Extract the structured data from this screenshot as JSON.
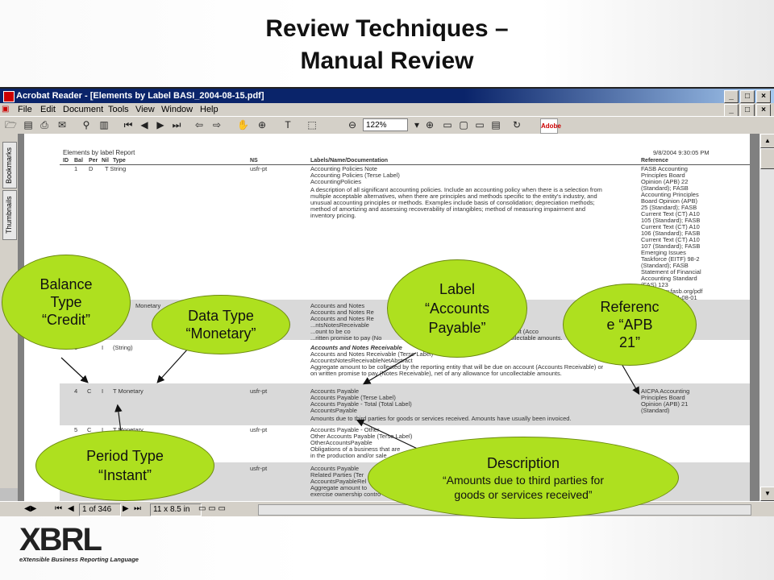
{
  "slide": {
    "title_line1": "Review Techniques –",
    "title_line2": "Manual Review"
  },
  "window": {
    "title": "Acrobat Reader - [Elements by Label  BASI_2004-08-15.pdf]",
    "controls": [
      "_",
      "□",
      "×"
    ],
    "doc_controls": [
      "_",
      "□",
      "×"
    ]
  },
  "menu": [
    "File",
    "Edit",
    "Document",
    "Tools",
    "View",
    "Window",
    "Help"
  ],
  "toolbar": {
    "zoom_value": "122%",
    "adobe_label": "Adobe"
  },
  "side_tabs": [
    "Bookmarks",
    "Thumbnails"
  ],
  "statusbar": {
    "page_label": "1 of 346",
    "page_size": "11 x 8.5 in"
  },
  "report": {
    "title": "Elements by label Report",
    "date": "9/8/2004 9:30:05 PM",
    "headers": [
      "ID",
      "Bal",
      "Per",
      "Nil",
      "Type",
      "NS",
      "Labels/Name/Documentation",
      "Reference"
    ],
    "rows": [
      {
        "id": "1",
        "bal": "",
        "per": "D",
        "nil": "",
        "type": "T String",
        "ns": "usfr-pt",
        "lines": [
          "Accounting Policies Note",
          "Accounting Policies (Terse Label)",
          "AccountingPolicies",
          "A description of all significant accounting policies.   Include an accounting policy when there is a selection from",
          "multiple acceptable alternatives, when there are principles and methods specific to the entity's industry, and",
          "unusual accounting principles or methods.  Examples include basis of consolidation; depreciation methods;",
          "method of amortizing and assessing recoverability of intangibles; method of measuring impairment and",
          "inventory pricing."
        ],
        "reference": [
          "FASB Accounting",
          "Principles Board",
          "Opinion (APB) 22",
          "(Standard); FASB",
          "Accounting Principles",
          "Board Opinion (APB)",
          "25 (Standard); FASB",
          "Current Text (CT)  A10",
          "105 (Standard); FASB",
          "Current Text (CT)  A10",
          "106 (Standard); FASB",
          "Current Text (CT)  A10",
          "107 (Standard); FASB",
          "Emerging Issues",
          "Taskforce (EITF) 98-2",
          "(Standard); FASB",
          "Statement of Financial",
          "Accounting Standard",
          "(FAS) 123",
          "http://www.fasb.org/pdf",
          "/...23.pdf 2004-08-01"
        ]
      },
      {
        "id": "2",
        "bal": "",
        "per": "",
        "nil": "",
        "type": "Monetary",
        "ns": "",
        "lines": [
          "Accounts and Notes",
          "Accounts and Notes Re",
          "Accounts and Notes Re",
          "...ntsNotesReceivable",
          "...ount to be co",
          "...ritten promise to pay (No"
        ],
        "lines_right": [
          "on account (Acco",
          "for uncollectable amounts."
        ],
        "reference": []
      },
      {
        "id": "3",
        "bal": "",
        "per": "I",
        "nil": "",
        "type": "(String)",
        "ns": "",
        "lines": [
          "Accounts and Notes Receivable",
          "Accounts and Notes Receivable (Terse Label)",
          "AccountsNotesReceivableNetAbstract",
          "Aggregate amount to be collected by the reporting entity that will be due on account (Accounts Receivable) or",
          "on written promise to pay (Notes Receivable), net of any allowance for uncollectable amounts."
        ],
        "reference": []
      },
      {
        "id": "4",
        "bal": "C",
        "per": "I",
        "nil": "",
        "type": "T Monetary",
        "ns": "usfr-pt",
        "lines": [
          "Accounts Payable",
          "Accounts Payable (Terse Label)",
          "Accounts Payable - Total (Total Label)",
          "AccountsPayable",
          "Amounts due to third parties for goods or services received.  Amounts have usually been invoiced."
        ],
        "reference": [
          "AICPA Accounting",
          "Principles Board",
          "Opinion (APB) 21",
          "(Standard)"
        ]
      },
      {
        "id": "5",
        "bal": "C",
        "per": "I",
        "nil": "",
        "type": "T Monetary",
        "ns": "usfr-pt",
        "lines": [
          "Accounts Payable - Other",
          "Other Accounts Payable (Terse Label)",
          "OtherAccountsPayable",
          "Obligations of a business that are",
          "in the production and/or sale"
        ],
        "reference": []
      },
      {
        "id": "",
        "bal": "",
        "per": "",
        "nil": "",
        "type": "",
        "ns": "usfr-pt",
        "lines": [
          "Accounts Payable",
          "Related Parties (Ter",
          "AccountsPayableRel",
          "Aggregate amount to",
          "exercise ownership contro"
        ],
        "reference": []
      }
    ]
  },
  "callouts": {
    "balance": [
      "Balance",
      "Type",
      "“Credit”"
    ],
    "datatype": [
      "Data Type",
      "“Monetary”"
    ],
    "label": [
      "Label",
      "“Accounts",
      "Payable”"
    ],
    "reference": [
      "Referenc",
      "e “APB",
      "21”"
    ],
    "period": [
      "Period Type",
      "“Instant”"
    ],
    "description_title": "Description",
    "description_body": [
      "“Amounts due to third parties for",
      "goods or services received”"
    ]
  },
  "logo": {
    "wordmark": "XBRL",
    "tagline": "eXtensible Business Reporting Language"
  },
  "colors": {
    "callout": "#aee01f",
    "titlebar": "#0a246a",
    "row_highlight": "#d9d9d9"
  }
}
